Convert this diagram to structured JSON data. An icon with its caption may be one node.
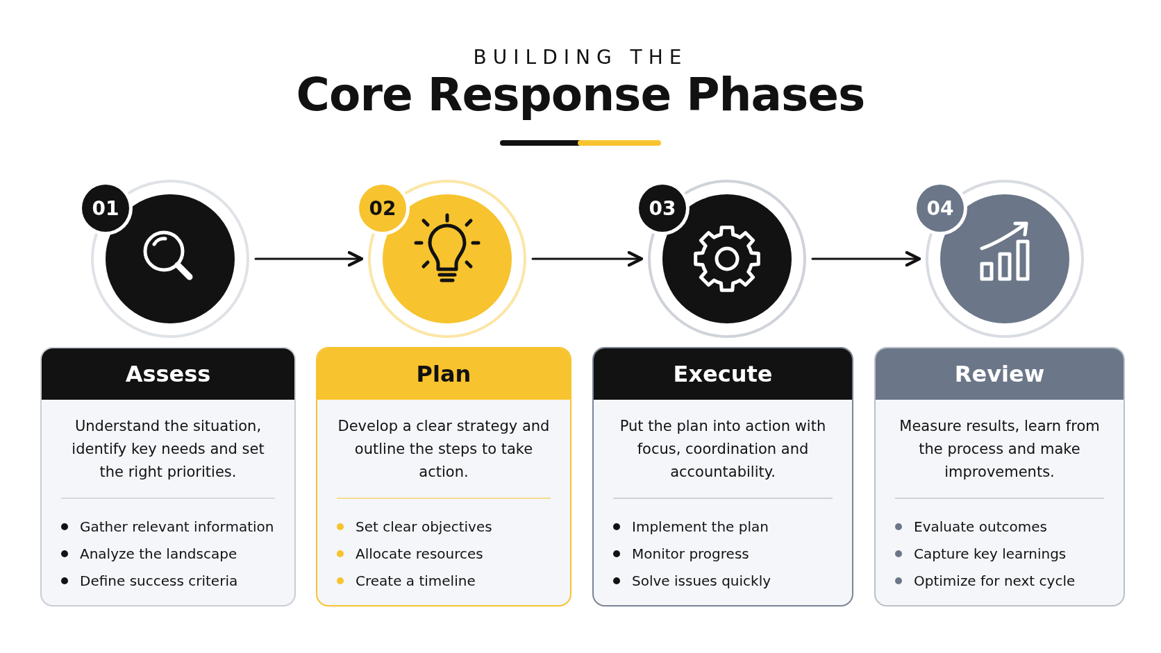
{
  "diagram": {
    "title": "Core Response Phases",
    "nodes": [
      {
        "text": [
          "01"
        ]
      },
      {
        "text": [
          "02"
        ]
      },
      {
        "text": [
          "03"
        ]
      },
      {
        "text": [
          "04"
        ]
      },
      {
        "text": [
          "Assess",
          "Understand the situation, identify key needs and set the right priorities.",
          "Gather relevant information",
          "Analyze the landscape",
          "Define success criteria"
        ]
      },
      {
        "text": [
          "Plan",
          "Develop a clear strategy and outline the steps to take action.",
          "Set clear objectives",
          "Allocate resources",
          "Create a timeline"
        ]
      },
      {
        "text": [
          "Execute",
          "Put the plan into action with focus, coordination and accountability.",
          "Implement the plan",
          "Monitor progress",
          "Solve issues quickly"
        ]
      },
      {
        "text": [
          "Review",
          "Measure results, learn from the process and make improvements.",
          "Evaluate outcomes",
          "Capture key learnings",
          "Optimize for next cycle"
        ]
      }
    ],
    "edges": [
      {
        "from": 0,
        "to": 1,
        "arrow": "to"
      },
      {
        "from": 1,
        "to": 2,
        "arrow": "to"
      },
      {
        "from": 2,
        "to": 3,
        "arrow": "to"
      }
    ],
    "labels": [
      "BUILDING THE"
    ]
  }
}
